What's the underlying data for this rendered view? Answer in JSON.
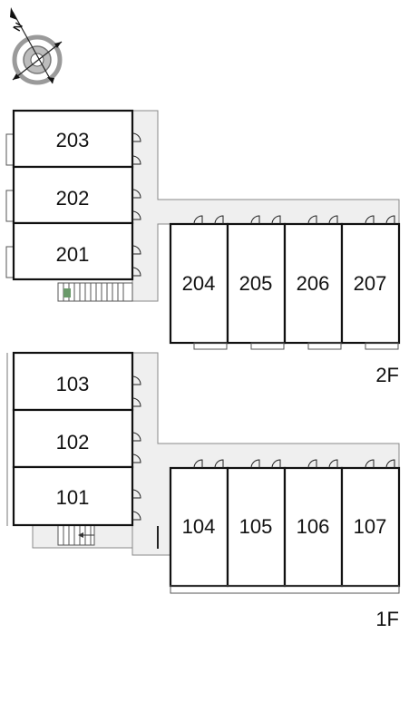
{
  "compass": {
    "icon": "compass-rose-icon",
    "north_label": "N"
  },
  "floors": [
    {
      "label": "2F",
      "units_left": [
        "203",
        "202",
        "201"
      ],
      "units_right": [
        "204",
        "205",
        "206",
        "207"
      ]
    },
    {
      "label": "1F",
      "units_left": [
        "103",
        "102",
        "101"
      ],
      "units_right": [
        "104",
        "105",
        "106",
        "107"
      ]
    }
  ]
}
